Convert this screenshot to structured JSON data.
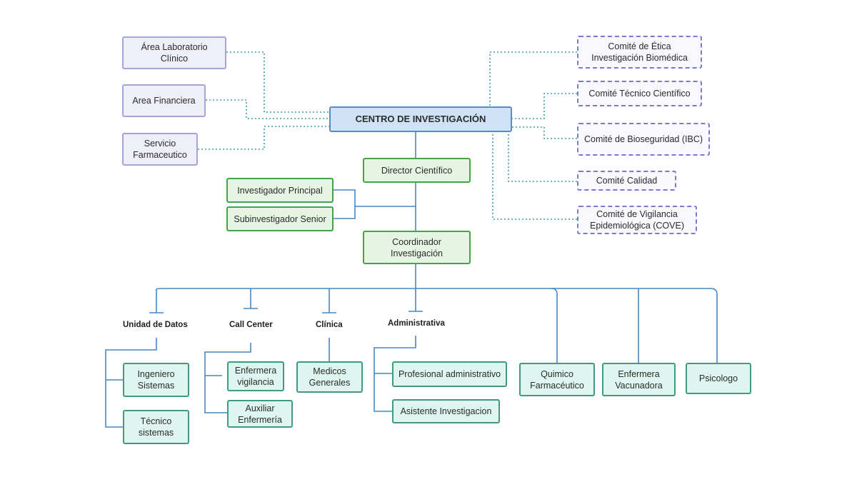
{
  "center": "CENTRO DE INVESTIGACIÓN",
  "left_units": [
    "Área Laboratorio\nClínico",
    "Area Financiera",
    "Servicio\nFarmaceutico"
  ],
  "committees": [
    "Comité de Ética\nInvestigación Biomédica",
    "Comité Técnico Científico",
    "Comité de Bioseguridad (IBC)",
    "Comité Calidad",
    "Comité de Vigilancia\nEpidemiológica (COVE)"
  ],
  "director": "Director Científico",
  "investigators": [
    "Investigador Principal",
    "Subinvestigador Senior"
  ],
  "coordinator": "Coordinador\nInvestigación",
  "areas": [
    "Unidad de Datos",
    "Call Center",
    "Clínica",
    "Administrativa"
  ],
  "unidad_datos": [
    "Ingeniero\nSistemas",
    "Técnico\nsistemas"
  ],
  "call_center": [
    "Enfermera\nvigilancia",
    "Auxiliar\nEnfermería"
  ],
  "clinica": [
    "Medicos\nGenerales"
  ],
  "administrativa": [
    "Profesional administrativo",
    "Asistente Investigacion"
  ],
  "staff": [
    "Quimico\nFarmacéutico",
    "Enfermera\nVacunadora",
    "Psicologo"
  ],
  "colors": {
    "purple_border": "#a7a3d8",
    "dashed_border": "#7d79d0",
    "center_fill": "#cfe3f7",
    "green_border": "#48a24b",
    "teal_border": "#3f9b80",
    "line": "#4a86c5"
  }
}
